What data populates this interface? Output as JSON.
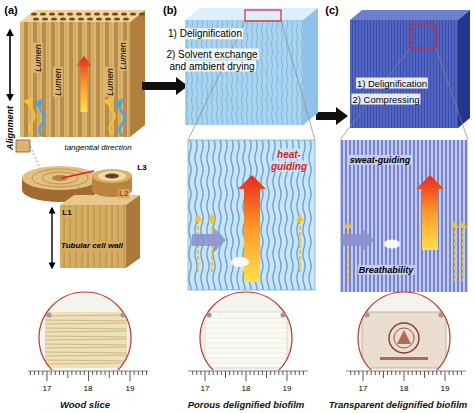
{
  "diagram": {
    "labels": [
      "(a)",
      "Lumen",
      "Lumen",
      "Lumen",
      "Lumen",
      "Alignment",
      "1) Delignification",
      "2) Solvent exchange and ambient drying",
      "(b)",
      "(c)",
      "1) Delignification",
      "2) Compressing",
      "tangential direction",
      "L3",
      "L2",
      "L1",
      "Tubular cell wall",
      "heat-guiding",
      "sweat-guiding",
      "Breathability",
      "17",
      "18",
      "19",
      "17",
      "18",
      "19",
      "17",
      "18",
      "19",
      "Wood slice",
      "Porous delignified biofilm",
      "Transparent delignified biofilm"
    ]
  }
}
